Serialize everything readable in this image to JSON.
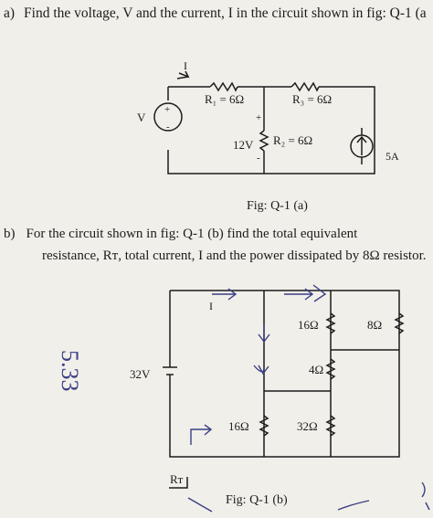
{
  "question_a": {
    "marker": "a)",
    "text": "Find the voltage, V and the current, I in the circuit shown in fig: Q-1 (a"
  },
  "circuit_a": {
    "current_label": "I",
    "r1": "R₁ = 6Ω",
    "r3": "R₃ = 6Ω",
    "r2": "R₂ = 6Ω",
    "voltage_label": "V",
    "plus": "+",
    "minus": "-",
    "battery": "12V",
    "current_source": "5A"
  },
  "figure_a_caption": "Fig: Q-1 (a)",
  "question_b": {
    "marker": "b)",
    "line1": "For the circuit shown in fig: Q-1 (b) find the total equivalent",
    "line2": "resistance, Rᴛ, total current, I and the power dissipated by 8Ω resistor."
  },
  "circuit_b": {
    "current_label": "I",
    "source": "32V",
    "r16_top": "16Ω",
    "r8": "8Ω",
    "r4": "4Ω",
    "r16_bottom": "16Ω",
    "r32": "32Ω",
    "rt_label": "Rᴛ",
    "handwritten_note": "5.33"
  },
  "figure_b_caption": "Fig: Q-1 (b)"
}
